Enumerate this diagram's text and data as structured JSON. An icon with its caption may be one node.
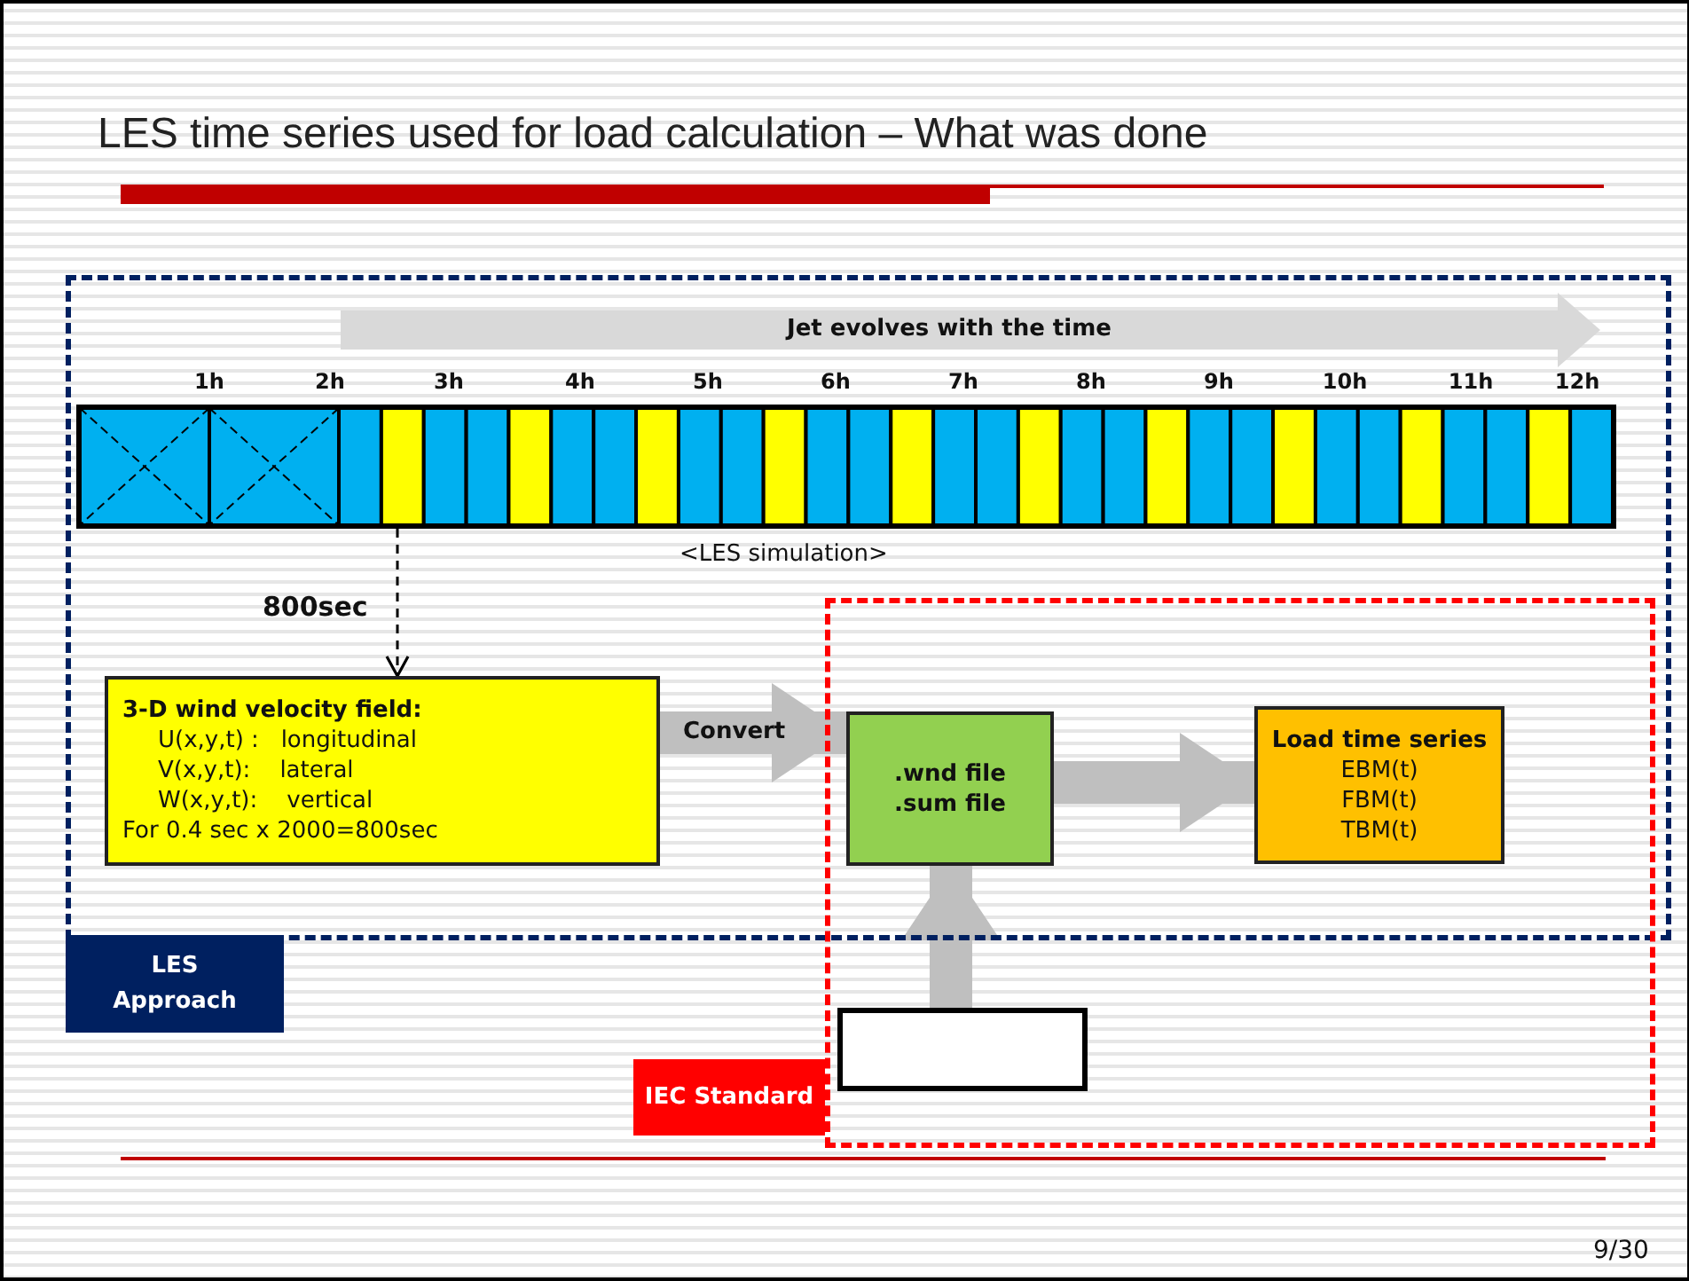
{
  "diagram": {
    "title": "LES time series used for load calculation – What was done",
    "nodes": [
      {
        "text": [
          "LES Approach"
        ]
      },
      {
        "text": [],
        "shape": "bar",
        "in": 0,
        "beside": [
          "1h",
          "2h",
          "3h",
          "4h",
          "5h",
          "6h",
          "7h",
          "8h",
          "9h",
          "10h",
          "11h",
          "12h",
          "<LES simulation>"
        ]
      },
      {
        "text": [
          "3-D wind velocity field:",
          "U(x,y,t) :   longitudinal",
          "V(x,y,t):    lateral",
          "W(x,y,t):    vertical",
          "For 0.4 sec x 2000=800sec"
        ],
        "in": 0
      },
      {
        "text": [
          "IEC Standard"
        ]
      },
      {
        "text": [
          ".wnd file",
          ".sum file"
        ]
      },
      {
        "text": [
          "Load time series",
          "EBM(t)",
          "FBM(t)",
          "TBM(t)"
        ]
      },
      {
        "text": [],
        "shape": "box",
        "in": 3
      }
    ],
    "edges": [
      {
        "from": 1,
        "to": 2,
        "arrow": "to",
        "label": "800sec",
        "style": "dashed",
        "color": "#000000"
      },
      {
        "from": 2,
        "to": 4,
        "arrow": "to",
        "label": "Convert"
      },
      {
        "from": 4,
        "to": 5,
        "arrow": "to"
      },
      {
        "from": 6,
        "to": 4,
        "arrow": "to"
      }
    ],
    "labels": [
      "Jet evolves with the time",
      "9/30"
    ]
  }
}
